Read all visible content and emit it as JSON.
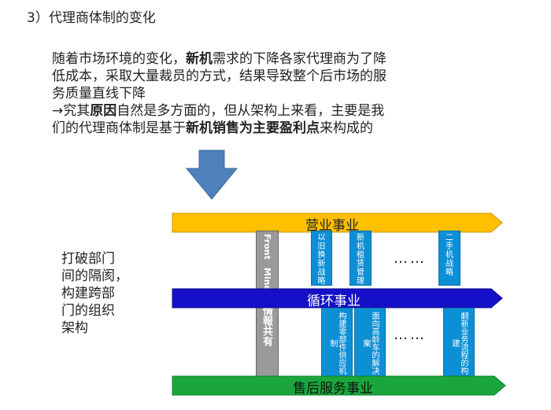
{
  "heading": "3）代理商体制的变化",
  "paragraph": {
    "line1": [
      "随着市场环境的变化，",
      "新机",
      "需求的下降各家代理商为了降"
    ],
    "line2": "低成本，采取大量裁员的方式，结果导致整个后市场的服",
    "line3": "务质量直线下降",
    "line4": [
      " →究其",
      "原因",
      "自然是多方面的，但从架构上来看，主要是我"
    ],
    "line5": [
      "们的代理商体制是基于",
      "新机销售为主要盈利点",
      "来构成的"
    ]
  },
  "side_text": [
    "打破部门",
    "间的隔阂，",
    "构建跨部",
    "门的组织",
    "架构"
  ],
  "bands": {
    "top": "营业事业",
    "middle": "循环事业",
    "bottom": "售后服务事业"
  },
  "gray_column": {
    "upper": "Front",
    "mid": "Mind",
    "lower": "情報共有"
  },
  "upper_boxes": [
    {
      "text": "以旧换新战略"
    },
    {
      "text": "新机租赁管理"
    },
    {
      "text": "二手机战略"
    }
  ],
  "lower_boxes": [
    {
      "text": "构建零部件供应机制"
    },
    {
      "text": "面向高龄车的解决案"
    },
    {
      "text": "翻新业务流程的构建"
    }
  ],
  "ellipsis": "……",
  "colors": {
    "top_band": "#ffc000",
    "middle_band": "#1510c8",
    "bottom_band": "#1aa63c",
    "box": "#0d8fd6",
    "arrow": "#4f81bd"
  }
}
